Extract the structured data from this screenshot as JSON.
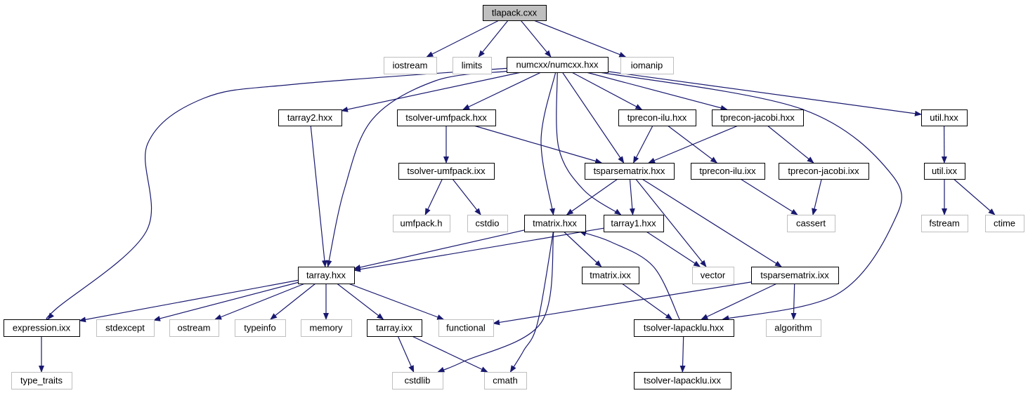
{
  "graph": {
    "nodes": [
      {
        "id": "tlapack",
        "label": "tlapack.cxx",
        "kind": "root"
      },
      {
        "id": "iostream",
        "label": "iostream",
        "kind": "external"
      },
      {
        "id": "limits",
        "label": "limits",
        "kind": "external"
      },
      {
        "id": "numcxx",
        "label": "numcxx/numcxx.hxx",
        "kind": "file"
      },
      {
        "id": "iomanip",
        "label": "iomanip",
        "kind": "external"
      },
      {
        "id": "tarray2",
        "label": "tarray2.hxx",
        "kind": "file"
      },
      {
        "id": "tsumf",
        "label": "tsolver-umfpack.hxx",
        "kind": "file"
      },
      {
        "id": "tpilu",
        "label": "tprecon-ilu.hxx",
        "kind": "file"
      },
      {
        "id": "tpjac",
        "label": "tprecon-jacobi.hxx",
        "kind": "file"
      },
      {
        "id": "util",
        "label": "util.hxx",
        "kind": "file"
      },
      {
        "id": "tsumfixx",
        "label": "tsolver-umfpack.ixx",
        "kind": "file"
      },
      {
        "id": "tsparse",
        "label": "tsparsematrix.hxx",
        "kind": "file"
      },
      {
        "id": "tpiluixx",
        "label": "tprecon-ilu.ixx",
        "kind": "file"
      },
      {
        "id": "tpjacixx",
        "label": "tprecon-jacobi.ixx",
        "kind": "file"
      },
      {
        "id": "utilixx",
        "label": "util.ixx",
        "kind": "file"
      },
      {
        "id": "umfpackh",
        "label": "umfpack.h",
        "kind": "external"
      },
      {
        "id": "cstdio",
        "label": "cstdio",
        "kind": "external"
      },
      {
        "id": "tmatrix",
        "label": "tmatrix.hxx",
        "kind": "file"
      },
      {
        "id": "tarray1",
        "label": "tarray1.hxx",
        "kind": "file"
      },
      {
        "id": "cassert",
        "label": "cassert",
        "kind": "external"
      },
      {
        "id": "fstream",
        "label": "fstream",
        "kind": "external"
      },
      {
        "id": "ctime",
        "label": "ctime",
        "kind": "external"
      },
      {
        "id": "tarray",
        "label": "tarray.hxx",
        "kind": "file"
      },
      {
        "id": "vector",
        "label": "vector",
        "kind": "external"
      },
      {
        "id": "tsparseixx",
        "label": "tsparsematrix.ixx",
        "kind": "file"
      },
      {
        "id": "tmatrixixx",
        "label": "tmatrix.ixx",
        "kind": "file"
      },
      {
        "id": "expression",
        "label": "expression.ixx",
        "kind": "file"
      },
      {
        "id": "stdexcept",
        "label": "stdexcept",
        "kind": "external"
      },
      {
        "id": "ostream",
        "label": "ostream",
        "kind": "external"
      },
      {
        "id": "typeinfo",
        "label": "typeinfo",
        "kind": "external"
      },
      {
        "id": "memory",
        "label": "memory",
        "kind": "external"
      },
      {
        "id": "tarrayixx",
        "label": "tarray.ixx",
        "kind": "file"
      },
      {
        "id": "functional",
        "label": "functional",
        "kind": "external"
      },
      {
        "id": "tslapack",
        "label": "tsolver-lapacklu.hxx",
        "kind": "file"
      },
      {
        "id": "algorithm",
        "label": "algorithm",
        "kind": "external"
      },
      {
        "id": "typetraits",
        "label": "type_traits",
        "kind": "external"
      },
      {
        "id": "cstdlib",
        "label": "cstdlib",
        "kind": "external"
      },
      {
        "id": "cmath",
        "label": "cmath",
        "kind": "external"
      },
      {
        "id": "tslapackixx",
        "label": "tsolver-lapacklu.ixx",
        "kind": "file"
      }
    ],
    "edges": [
      [
        "tlapack",
        "iostream"
      ],
      [
        "tlapack",
        "limits"
      ],
      [
        "tlapack",
        "numcxx"
      ],
      [
        "tlapack",
        "iomanip"
      ],
      [
        "numcxx",
        "tarray2"
      ],
      [
        "numcxx",
        "tsumf"
      ],
      [
        "numcxx",
        "tpilu"
      ],
      [
        "numcxx",
        "tpjac"
      ],
      [
        "numcxx",
        "util"
      ],
      [
        "numcxx",
        "tsparse"
      ],
      [
        "numcxx",
        "tmatrix"
      ],
      [
        "numcxx",
        "tarray1"
      ],
      [
        "numcxx",
        "tarray"
      ],
      [
        "numcxx",
        "expression"
      ],
      [
        "numcxx",
        "tslapack"
      ],
      [
        "tarray2",
        "tarray"
      ],
      [
        "tsumf",
        "tsumfixx"
      ],
      [
        "tsumf",
        "tsparse"
      ],
      [
        "tsumfixx",
        "umfpackh"
      ],
      [
        "tsumfixx",
        "cstdio"
      ],
      [
        "tpilu",
        "tsparse"
      ],
      [
        "tpilu",
        "tpiluixx"
      ],
      [
        "tpjac",
        "tsparse"
      ],
      [
        "tpjac",
        "tpjacixx"
      ],
      [
        "tpiluixx",
        "cassert"
      ],
      [
        "tpjacixx",
        "cassert"
      ],
      [
        "util",
        "utilixx"
      ],
      [
        "utilixx",
        "fstream"
      ],
      [
        "utilixx",
        "ctime"
      ],
      [
        "tsparse",
        "tmatrix"
      ],
      [
        "tsparse",
        "tarray1"
      ],
      [
        "tsparse",
        "vector"
      ],
      [
        "tsparse",
        "tsparseixx"
      ],
      [
        "tmatrix",
        "tarray"
      ],
      [
        "tmatrix",
        "tmatrixixx"
      ],
      [
        "tmatrix",
        "cstdlib"
      ],
      [
        "tmatrix",
        "cmath"
      ],
      [
        "tarray1",
        "tarray"
      ],
      [
        "tarray1",
        "vector"
      ],
      [
        "tmatrixixx",
        "tslapack"
      ],
      [
        "tslapack",
        "tmatrix"
      ],
      [
        "tslapack",
        "tslapackixx"
      ],
      [
        "tsparseixx",
        "functional"
      ],
      [
        "tsparseixx",
        "tslapack"
      ],
      [
        "tsparseixx",
        "algorithm"
      ],
      [
        "tarray",
        "expression"
      ],
      [
        "tarray",
        "stdexcept"
      ],
      [
        "tarray",
        "ostream"
      ],
      [
        "tarray",
        "typeinfo"
      ],
      [
        "tarray",
        "memory"
      ],
      [
        "tarray",
        "tarrayixx"
      ],
      [
        "tarray",
        "functional"
      ],
      [
        "tarrayixx",
        "cstdlib"
      ],
      [
        "tarrayixx",
        "cmath"
      ],
      [
        "expression",
        "typetraits"
      ]
    ]
  },
  "colors": {
    "edge": "#191970",
    "file_border": "#000000",
    "external_border": "#bfbfbf",
    "root_fill": "#bfbfbf",
    "background": "#ffffff"
  }
}
